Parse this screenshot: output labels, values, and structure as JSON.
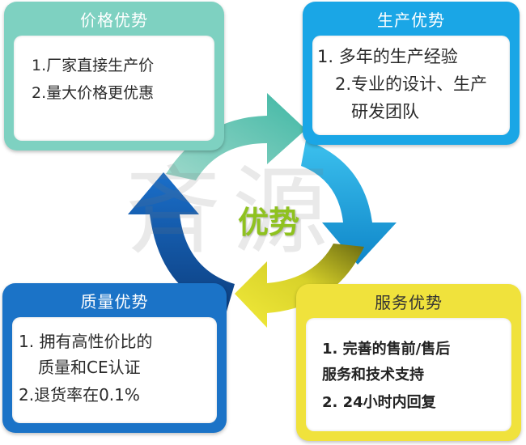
{
  "center": {
    "label": "优势"
  },
  "watermark": "斉源",
  "cards": {
    "price": {
      "title": "价格优势",
      "lines": [
        "1.厂家直接生产价",
        "2.量大价格更优惠"
      ]
    },
    "production": {
      "title": "生产优势",
      "lines": [
        "1. 多年的生产经验",
        "2.专业的设计、生产",
        "研发团队"
      ]
    },
    "quality": {
      "title": "质量优势",
      "lines": [
        "1. 拥有高性价比的",
        "质量和CE认证",
        "2.退货率在0.1%"
      ]
    },
    "service": {
      "title": "服务优势",
      "lines": [
        "1. 完善的售前/售后",
        "服务和技术支持",
        "2. 24小时内回复"
      ]
    }
  },
  "colors": {
    "price": "#7ed1c1",
    "production": "#1aa6e6",
    "quality": "#1b73c7",
    "service": "#f0e23c",
    "center_text": "#8fc21f"
  }
}
